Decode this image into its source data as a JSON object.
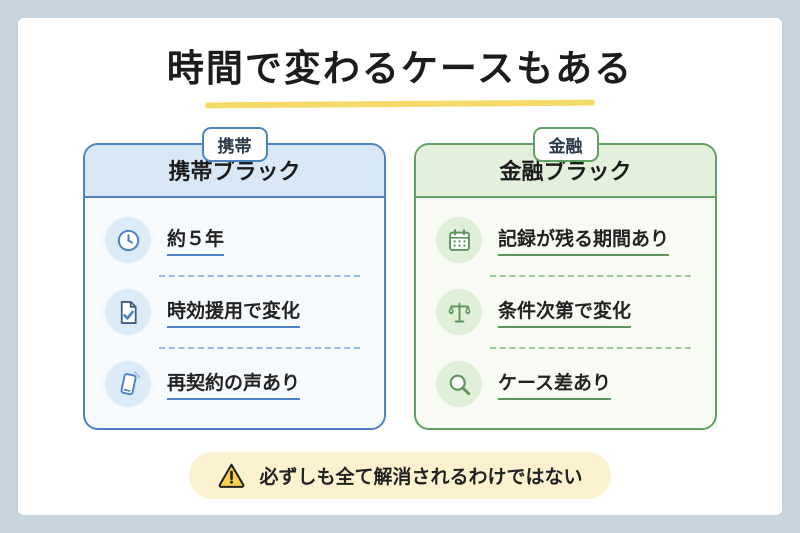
{
  "title": "時間で変わるケースもある",
  "panels": [
    {
      "tab": "携帯",
      "header": "携帯ブラック",
      "accent": "#4d82c3",
      "items": [
        {
          "icon": "clock-icon",
          "text": "約５年"
        },
        {
          "icon": "document-check-icon",
          "text": "時効援用で変化"
        },
        {
          "icon": "smartphone-icon",
          "text": "再契約の声あり"
        }
      ]
    },
    {
      "tab": "金融",
      "header": "金融ブラック",
      "accent": "#63a063",
      "items": [
        {
          "icon": "calendar-icon",
          "text": "記録が残る期間あり"
        },
        {
          "icon": "scale-icon",
          "text": "条件次第で変化"
        },
        {
          "icon": "magnifier-icon",
          "text": "ケース差あり"
        }
      ]
    }
  ],
  "footer": {
    "icon": "warning-icon",
    "text": "必ずしも全て解消されるわけではない"
  },
  "colors": {
    "frame_background": "#c5d4df",
    "card_background": "#ffffff",
    "title_underline": "#f7d96b",
    "blue_accent": "#4d82c3",
    "blue_header_bg": "#d8e8f7",
    "green_accent": "#63a063",
    "green_header_bg": "#e3f0db",
    "footer_bg": "#fdf2cf",
    "warning_yellow": "#f8d34a"
  }
}
